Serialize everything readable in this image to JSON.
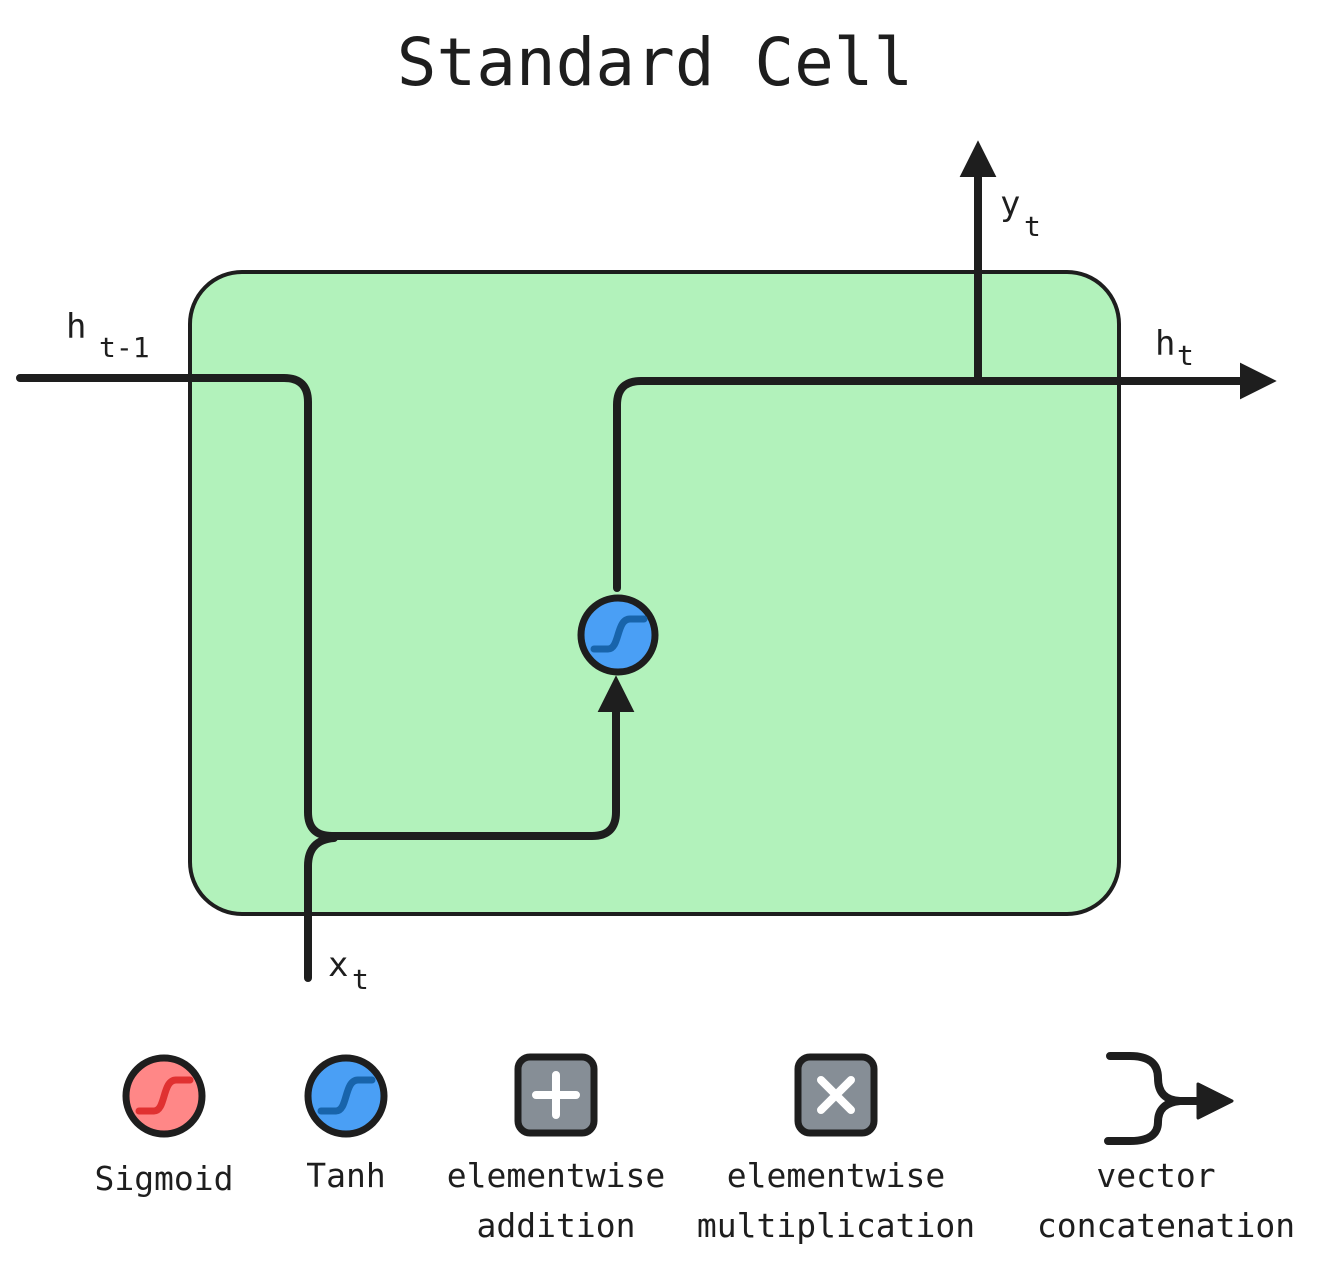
{
  "title": "Standard Cell",
  "colors": {
    "cell_fill": "#b2f2bb",
    "ink": "#1e1e1e",
    "tanh_fill": "#4a9ff5",
    "tanh_curve": "#1864ab",
    "sigmoid_fill": "#ff8787",
    "sigmoid_curve": "#e03131",
    "operator_fill": "#868e96"
  },
  "labels": {
    "h_prev": {
      "main": "h",
      "sub": "t-1"
    },
    "y_out": {
      "main": "y",
      "sub": "t"
    },
    "h_out": {
      "main": "h",
      "sub": "t"
    },
    "x_in": {
      "main": "x",
      "sub": "t"
    }
  },
  "cell_gates": [
    {
      "name": "tanh",
      "icon": "tanh-icon"
    }
  ],
  "legend": [
    {
      "icon": "sigmoid-icon",
      "lines": [
        "Sigmoid"
      ]
    },
    {
      "icon": "tanh-icon",
      "lines": [
        "Tanh"
      ]
    },
    {
      "icon": "plus-icon",
      "lines": [
        "elementwise",
        "addition"
      ]
    },
    {
      "icon": "times-icon",
      "lines": [
        "elementwise",
        "multiplication"
      ]
    },
    {
      "icon": "concat-icon",
      "lines": [
        "vector",
        "concatenation"
      ]
    }
  ]
}
